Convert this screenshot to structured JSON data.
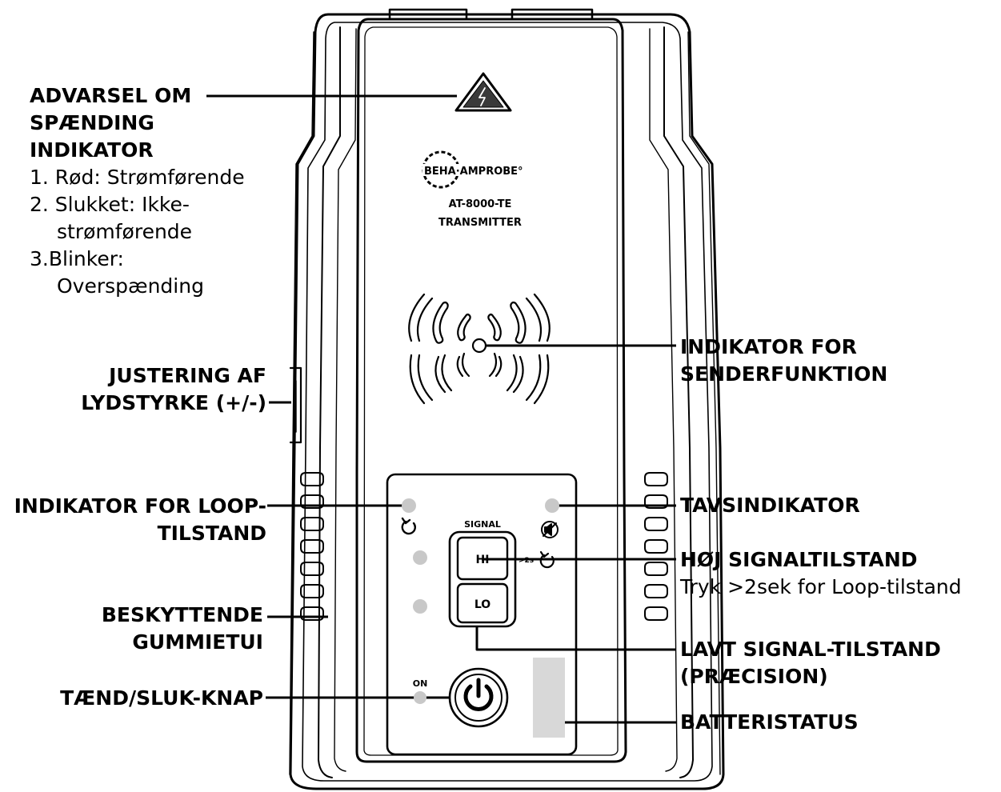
{
  "device": {
    "brand": "BEHA·AMPROBE°",
    "model": "AT-8000-TE",
    "kind": "TRANSMITTER",
    "signal_label": "SIGNAL",
    "hi_label": "HI",
    "lo_label": "LO",
    "press_label": ">2s",
    "on_label": "ON"
  },
  "callouts": {
    "voltage_warning": {
      "title_lines": [
        "ADVARSEL OM",
        "SPÆNDING",
        "INDIKATOR"
      ],
      "items": [
        "1. Rød: Strømførende",
        "2.  Slukket: Ikke-",
        "strømførende",
        "3.Blinker:",
        "Overspænding"
      ]
    },
    "volume": {
      "lines": [
        "JUSTERING AF",
        "LYDSTYRKE (+/-)"
      ]
    },
    "loop": {
      "lines": [
        "INDIKATOR FOR LOOP-",
        "TILSTAND"
      ]
    },
    "rubber": {
      "lines": [
        "BESKYTTENDE",
        "GUMMIETUI"
      ]
    },
    "power": {
      "lines": [
        "TÆND/SLUK-KNAP"
      ]
    },
    "transmit": {
      "lines": [
        "INDIKATOR FOR",
        "SENDERFUNKTION"
      ]
    },
    "mute": {
      "lines": [
        "TAVSINDIKATOR"
      ]
    },
    "high_signal": {
      "title": "HØJ SIGNALTILSTAND",
      "note": "Tryk >2sek for Loop-tilstand"
    },
    "low_signal": {
      "lines": [
        "LAVT SIGNAL-TILSTAND",
        "(PRÆCISION)"
      ]
    },
    "battery": {
      "lines": [
        "BATTERISTATUS"
      ]
    }
  },
  "icons": {
    "warning": "warning-triangle-icon",
    "signal": "transmit-waves-icon",
    "loop": "loop-arrow-icon",
    "mute": "mute-speaker-icon",
    "power": "power-icon",
    "logo": "beha-amprobe-logo"
  },
  "colors": {
    "line": "#000000",
    "led": "#c8c8c8",
    "battery": "#d8d8d8"
  }
}
